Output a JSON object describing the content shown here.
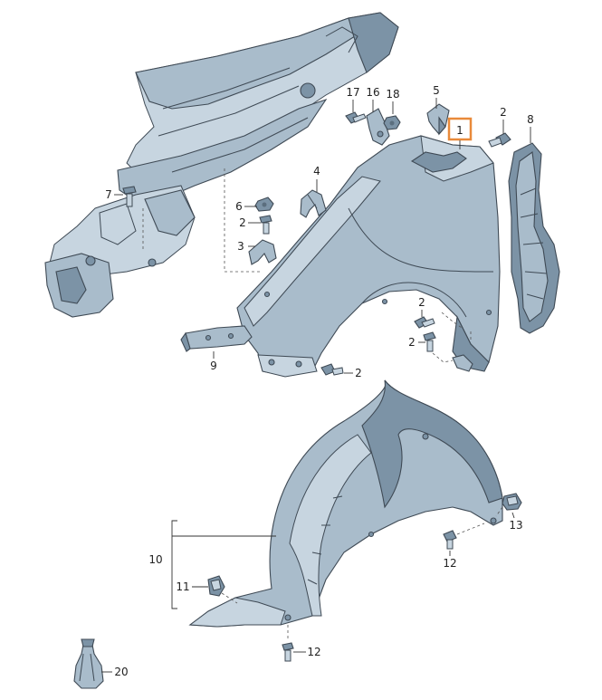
{
  "colors": {
    "part_fill": "#a9bccb",
    "part_shadow": "#7c93a6",
    "highlight_box": "#e98a3a"
  },
  "callouts": {
    "p1": "1",
    "p2a": "2",
    "p2b": "2",
    "p2c": "2",
    "p2d": "2",
    "p2e": "2",
    "p3": "3",
    "p4": "4",
    "p5": "5",
    "p6": "6",
    "p7": "7",
    "p8": "8",
    "p9": "9",
    "p10": "10",
    "p11": "11",
    "p12a": "12",
    "p12b": "12",
    "p13": "13",
    "p16": "16",
    "p17": "17",
    "p18": "18",
    "p20": "20"
  }
}
